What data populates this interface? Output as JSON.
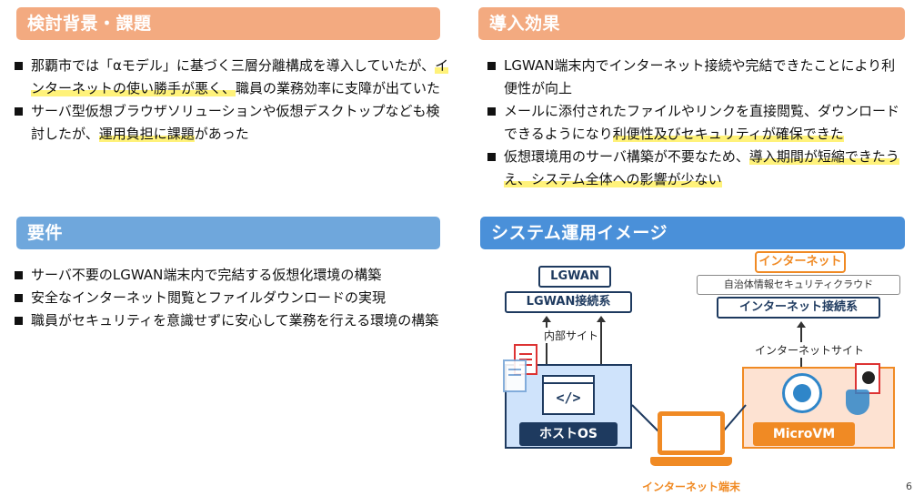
{
  "sections": {
    "background": {
      "title": "検討背景・課題",
      "items": [
        {
          "parts": [
            "那覇市では「αモデル」に基づく三層分離構成を導入していたが、",
            "インターネットの使い勝手が悪く、",
            "職員の業務効率に支障が出ていた"
          ]
        },
        {
          "parts": [
            "サーバ型仮想ブラウザソリューションや仮想デスクトップなども検討したが、",
            "運用負担に課題",
            "があった"
          ]
        }
      ]
    },
    "effect": {
      "title": "導入効果",
      "items": [
        {
          "parts": [
            "LGWAN端末内でインターネット接続や完結できたことにより利便性が向上"
          ]
        },
        {
          "parts": [
            "メールに添付されたファイルやリンクを直接閲覧、ダウンロードできるようになり",
            "利便性及びセキュリティが確保できた"
          ]
        },
        {
          "parts": [
            "仮想環境用のサーバ構築が不要なため、",
            "導入期間が短縮できたうえ、システム全体への影響が少ない"
          ]
        }
      ]
    },
    "requirements": {
      "title": "要件",
      "items": [
        "サーバ不要のLGWAN端末内で完結する仮想化環境の構築",
        "安全なインターネット閲覧とファイルダウンロードの実現",
        "職員がセキュリティを意識せずに安心して業務を行える環境の構築"
      ]
    },
    "system": {
      "title": "システム運用イメージ"
    }
  },
  "diagram": {
    "lgwan": "LGWAN",
    "lgwan_connection": "LGWAN接続系",
    "internal_site": "内部サイト",
    "host_os": "ホストOS",
    "internet": "インターネット",
    "security_cloud": "自治体情報セキュリティクラウド",
    "internet_connection": "インターネット接続系",
    "internet_site": "インターネットサイト",
    "microvm": "MicroVM",
    "terminal": "インターネット端末"
  },
  "page_number": "6",
  "colors": {
    "orange_header": "#f3aa80",
    "blue_header": "#6fa7dc",
    "navy": "#1e3a5f",
    "accent_orange": "#f08a24",
    "highlight": "#fff27a"
  }
}
